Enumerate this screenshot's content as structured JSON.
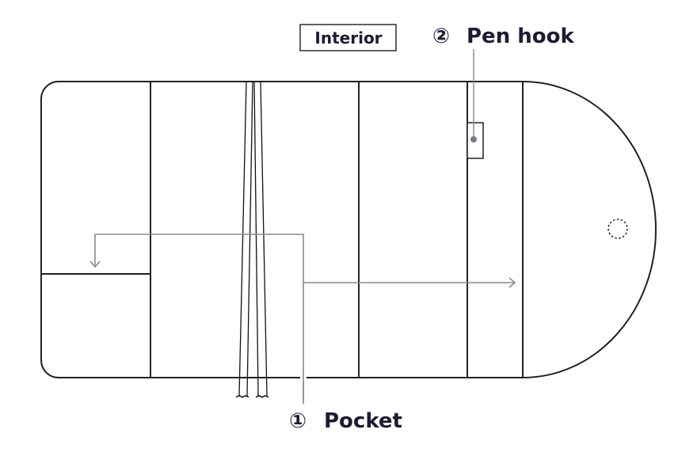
{
  "title": "Interior",
  "callouts": [
    {
      "number": "①",
      "label": "Pocket"
    },
    {
      "number": "②",
      "label": "Pen hook"
    }
  ],
  "colors": {
    "outline": "#222222",
    "leader": "#8a8896",
    "text": "#1e1b33"
  }
}
